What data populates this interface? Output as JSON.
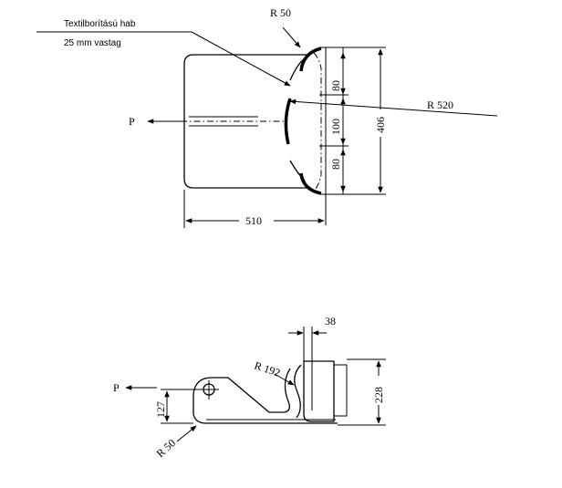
{
  "top_view": {
    "label_cushion_line1": "Textilborítású hab",
    "label_cushion_line2": "25 mm vastag",
    "radius_small": "R 50",
    "radius_large": "R 520",
    "force": "P",
    "dim_segment_upper": "80",
    "dim_segment_middle": "100",
    "dim_segment_lower": "80",
    "dim_height": "406",
    "dim_length": "510"
  },
  "side_view": {
    "force": "P",
    "dim_thickness": "38",
    "radius_curve": "R 192",
    "dim_height": "228",
    "dim_pivot_height": "127",
    "radius_end": "R 50"
  }
}
